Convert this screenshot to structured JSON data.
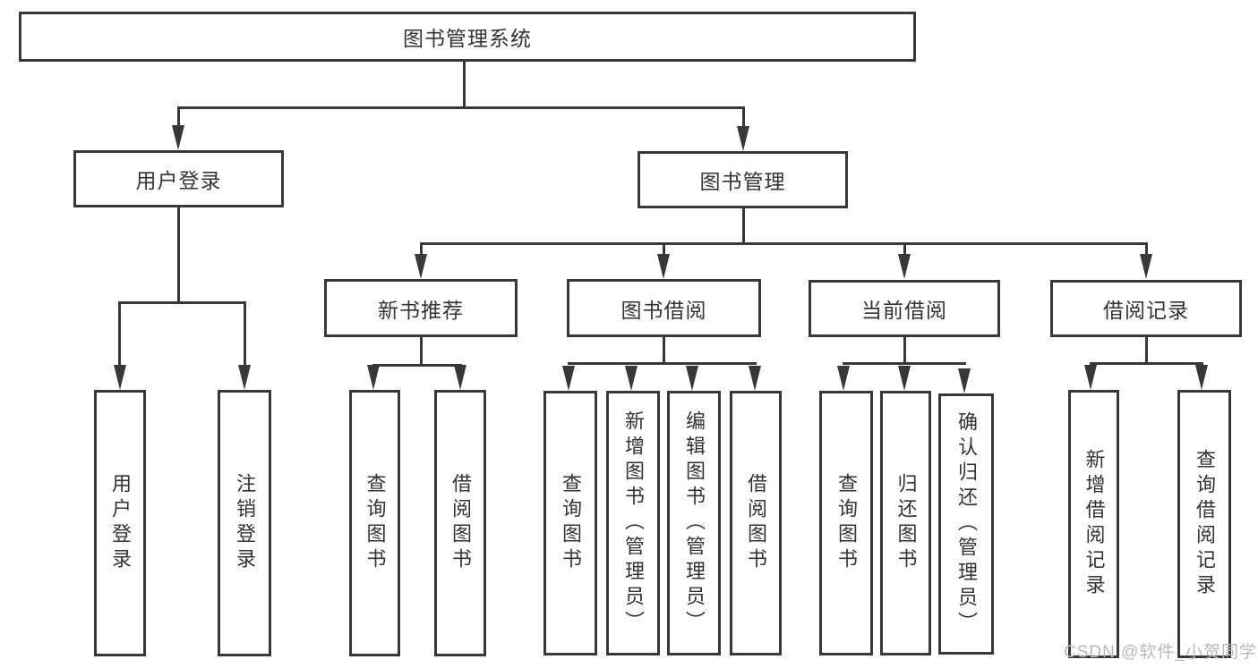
{
  "title": {
    "label": "图书管理系统"
  },
  "level2": {
    "user_login": {
      "label": "用户登录"
    },
    "book_mgmt": {
      "label": "图书管理"
    }
  },
  "level3": {
    "new_book_rec": {
      "label": "新书推荐"
    },
    "book_borrow": {
      "label": "图书借阅"
    },
    "current_borrow": {
      "label": "当前借阅"
    },
    "borrow_record": {
      "label": "借阅记录"
    }
  },
  "leaves": {
    "login_user_login": {
      "label": "用户登录"
    },
    "login_logout": {
      "label": "注销登录"
    },
    "rec_query_book": {
      "label": "查询图书"
    },
    "rec_borrow_book": {
      "label": "借阅图书"
    },
    "bb_query_book": {
      "label": "查询图书"
    },
    "bb_add_book": {
      "label": "新增图书（管理员）"
    },
    "bb_edit_book": {
      "label": "编辑图书（管理员）"
    },
    "bb_borrow_book": {
      "label": "借阅图书"
    },
    "cb_query_book": {
      "label": "查询图书"
    },
    "cb_return_book": {
      "label": "归还图书"
    },
    "cb_confirm_return": {
      "label": "确认归还（管理员）"
    },
    "br_add_record": {
      "label": "新增借阅记录"
    },
    "br_query_record": {
      "label": "查询借阅记录"
    }
  },
  "watermark": {
    "text": "CSDN @软件_小贺同学"
  },
  "colors": {
    "line": "#383838",
    "text": "#333333",
    "watermark": "#b9b9b9",
    "background": "#ffffff"
  }
}
